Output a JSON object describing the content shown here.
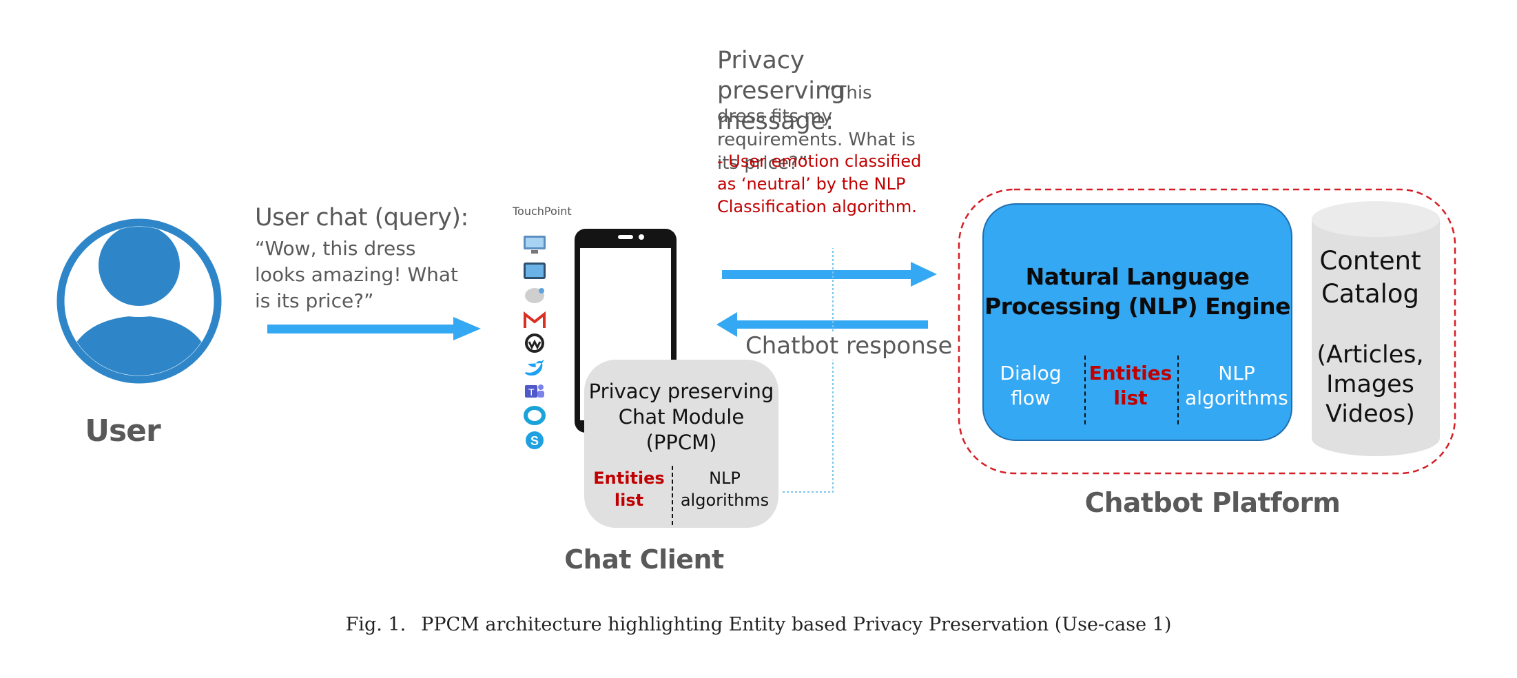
{
  "user": {
    "label": "User"
  },
  "query": {
    "title": "User chat (query):",
    "body": "“Wow, this dress looks amazing! What is its price?”"
  },
  "touchpoint": {
    "title": "TouchPoint",
    "icons": [
      "desktop-icon",
      "tablet-icon",
      "chat-bubble-icon",
      "gmail-icon",
      "workplace-icon",
      "twitter-icon",
      "teams-icon",
      "ring-icon",
      "skype-icon"
    ]
  },
  "message": {
    "title": "Privacy preserving message:",
    "body": "“This dress fits my requirements. What is its price?”",
    "emotion_note": "- User emotion classified as ‘neutral’ by the NLP Classification algorithm."
  },
  "response": {
    "label": "Chatbot response"
  },
  "ppcm": {
    "title": "Privacy preserving Chat Module (PPCM)",
    "entities": "Entities list",
    "nlp": "NLP algorithms"
  },
  "chat_client": {
    "label": "Chat Client"
  },
  "platform": {
    "engine_title": "Natural Language Processing (NLP) Engine",
    "dialog": "Dialog flow",
    "entities": "Entities list",
    "nlp": "NLP algorithms",
    "catalog_title": "Content Catalog",
    "catalog_items": "(Articles, Images Videos)",
    "label": "Chatbot Platform"
  },
  "caption": {
    "number": "Fig. 1.",
    "text": "PPCM architecture highlighting Entity based Privacy Preservation (Use-case 1)"
  },
  "colors": {
    "arrow": "#35a8f4",
    "user_icon": "#2e86c8",
    "red_text": "#c00000",
    "engine_fill": "#35a8f4",
    "grey_box": "#e0e0e0"
  }
}
